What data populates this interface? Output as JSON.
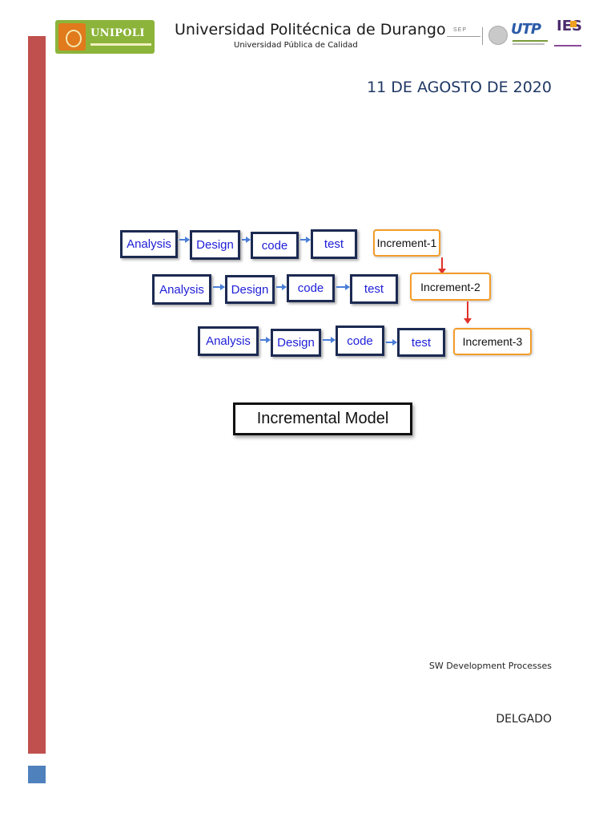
{
  "header": {
    "logo_left_text": "UNIPOLI",
    "title": "Universidad Politécnica de Durango",
    "subtitle": "Universidad Pública de Calidad",
    "logo_sep_text": "SEP",
    "logo_utp_text": "UTP",
    "logo_ies_text": "IES"
  },
  "date": "11 DE AGOSTO DE 2020",
  "diagram": {
    "rows": [
      {
        "steps": [
          "Analysis",
          "Design",
          "code",
          "test"
        ],
        "increment": "Increment-1"
      },
      {
        "steps": [
          "Analysis",
          "Design",
          "code",
          "test"
        ],
        "increment": "Increment-2"
      },
      {
        "steps": [
          "Analysis",
          "Design",
          "code",
          "test"
        ],
        "increment": "Increment-3"
      }
    ],
    "caption": "Incremental Model"
  },
  "footer": {
    "subject": "SW Development Processes",
    "author": "DELGADO"
  },
  "colors": {
    "sidebar_bar": "#c0504d",
    "sidebar_square": "#4f81bd",
    "date_text": "#1f3864",
    "step_border": "#1c2a52",
    "step_text": "#2020d8",
    "increment_border": "#f39c2b",
    "flow_arrow": "#4a7ed8",
    "increment_arrow": "#e0322a"
  }
}
